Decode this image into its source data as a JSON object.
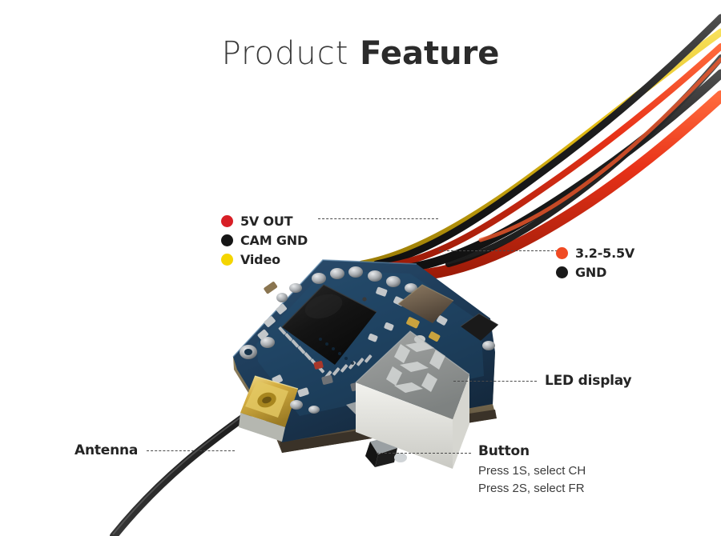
{
  "header": {
    "title_light": "Product ",
    "title_bold": "Feature"
  },
  "left_legend": {
    "items": [
      {
        "label": "5V OUT",
        "color": "#d81f26",
        "icon": "dot-icon"
      },
      {
        "label": "CAM GND",
        "color": "#161616",
        "icon": "dot-icon"
      },
      {
        "label": "Video",
        "color": "#f4d500",
        "icon": "dot-icon"
      }
    ]
  },
  "right_legend": {
    "items": [
      {
        "label": "3.2-5.5V",
        "color": "#f04a23",
        "icon": "dot-icon"
      },
      {
        "label": "GND",
        "color": "#1a1a1a",
        "icon": "dot-icon"
      }
    ]
  },
  "callouts": {
    "led_display": {
      "title": "LED display"
    },
    "antenna": {
      "title": "Antenna"
    },
    "button": {
      "title": "Button",
      "line1": "Press 1S, select CH",
      "line2": "Press 2S, select FR"
    }
  },
  "photo": {
    "alt": "fpv video transmitter board with led display, antenna and power wires",
    "pcb_color": "#1d3a56",
    "wire_colors": {
      "yellow": "#e8c21a",
      "black": "#242424",
      "red": "#e8361c",
      "orange": "#f2582a"
    },
    "component_colors": {
      "ic_chip": "#1b1b1b",
      "led_display_body": "#e9e9e4",
      "led_display_face": "#8e908f",
      "sma_gold": "#d7b44a",
      "antenna_cable": "#2b2b2b",
      "inductor": "#6e5c49"
    }
  }
}
